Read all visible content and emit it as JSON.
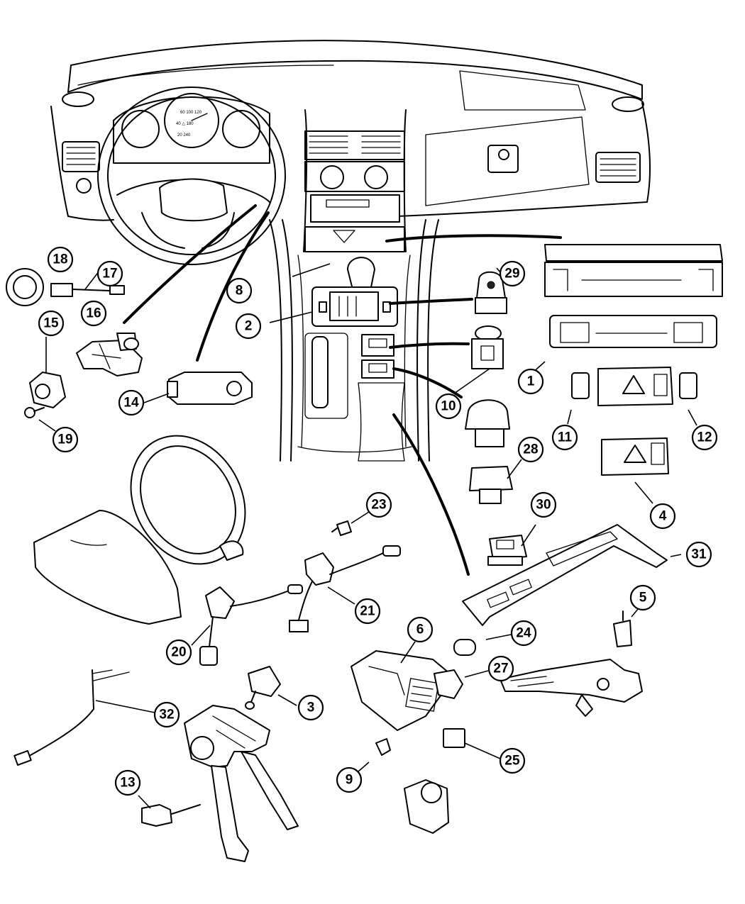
{
  "callouts": [
    {
      "id": "c1",
      "label": "1"
    },
    {
      "id": "c2",
      "label": "2"
    },
    {
      "id": "c3",
      "label": "3"
    },
    {
      "id": "c4",
      "label": "4"
    },
    {
      "id": "c5",
      "label": "5"
    },
    {
      "id": "c6",
      "label": "6"
    },
    {
      "id": "c8",
      "label": "8"
    },
    {
      "id": "c9",
      "label": "9"
    },
    {
      "id": "c10",
      "label": "10"
    },
    {
      "id": "c11",
      "label": "11"
    },
    {
      "id": "c12",
      "label": "12"
    },
    {
      "id": "c13",
      "label": "13"
    },
    {
      "id": "c14",
      "label": "14"
    },
    {
      "id": "c15",
      "label": "15"
    },
    {
      "id": "c16",
      "label": "16"
    },
    {
      "id": "c17",
      "label": "17"
    },
    {
      "id": "c18",
      "label": "18"
    },
    {
      "id": "c19",
      "label": "19"
    },
    {
      "id": "c20",
      "label": "20"
    },
    {
      "id": "c21",
      "label": "21"
    },
    {
      "id": "c23",
      "label": "23"
    },
    {
      "id": "c24",
      "label": "24"
    },
    {
      "id": "c25",
      "label": "25"
    },
    {
      "id": "c27",
      "label": "27"
    },
    {
      "id": "c28",
      "label": "28"
    },
    {
      "id": "c29",
      "label": "29"
    },
    {
      "id": "c30",
      "label": "30"
    },
    {
      "id": "c31",
      "label": "31"
    },
    {
      "id": "c32",
      "label": "32"
    }
  ]
}
